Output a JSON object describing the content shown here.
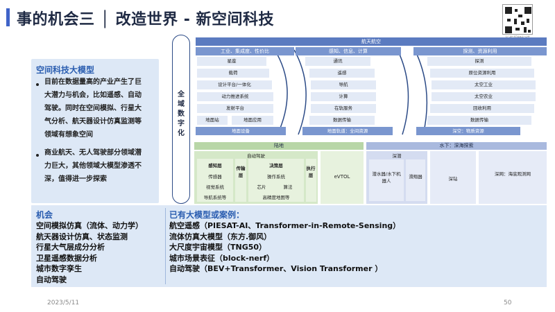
{
  "title": "事的机会三 │ 改造世界 - 新空间科技",
  "qr_caption": "长按视频扫描",
  "left_panel": {
    "heading": "空间科技大模型",
    "bullets": [
      [
        "目前在数据量高的产业产生了巨",
        "大潜力与机会，比如遥感、自动",
        "驾驶。同时在空间模拟、行星大",
        "气分析、航天器设计仿真监测等",
        "领域有想象空间"
      ],
      [
        "商业航天、无人驾驶部分领域潜",
        "力巨大，其他领域大模型渗透不",
        "深，值得进一步探索"
      ]
    ]
  },
  "diagram": {
    "side_label": "全域数字化",
    "top_bar": "航天航空",
    "columns": [
      {
        "header": "工业、集成度、性价比",
        "cells": [
          "星座",
          "载荷",
          "设计平台/一体化",
          "动力推进系统",
          "发射平台"
        ],
        "pair": [
          "地面站",
          "地面应用"
        ],
        "footer": "地面设备"
      },
      {
        "header": "感知、信息、计算",
        "cells": [
          "通讯",
          "遥感",
          "导航",
          "计算",
          "在轨服务",
          "数据传输"
        ],
        "footer": "地面轨道：全间资源"
      },
      {
        "header": "探测、资源利用",
        "cells": [
          "探测",
          "原位资源利用",
          "太空工业",
          "太空农业",
          "回收利用",
          "数据传输"
        ],
        "footer": "深空：物质资源"
      }
    ],
    "land": {
      "bar": "陆地",
      "auto_label": "自动驾驶",
      "perception": {
        "title": "感知层",
        "items": [
          "传感器",
          "视觉系统",
          "导航系统等"
        ]
      },
      "transport": "传输层",
      "decision": {
        "title": "决策层",
        "items": [
          "操作系统",
          "芯片",
          "算法",
          "高精度地图等"
        ]
      },
      "execution": "执行层",
      "evtol": "eVTOL"
    },
    "sea": {
      "bar": "水下：深海探索",
      "shallow": "深潜",
      "items": [
        "潜水器/水下机器人",
        "滑翔器",
        "深钻",
        "深网：海底观测网"
      ]
    }
  },
  "bottom": {
    "left_heading": "机会",
    "left_items": [
      "空间模拟仿真（流体、动力学）",
      "航天器设计仿真、状态监测",
      "行星大气层成分分析",
      "卫星遥感数据分析",
      "城市数字孪生",
      "自动驾驶"
    ],
    "right_heading": "已有大模型或案例：",
    "right_items": [
      "航空遥感（PIESAT-AI、Transformer-in-Remote-Sensing）",
      "流体仿真大模型（东方.御风）",
      "大尺度宇宙模型（TNG50）",
      "城市场景表征（block-nerf）",
      "自动驾驶（BEV+Transformer、Vision Transformer ）"
    ]
  },
  "footer": {
    "date": "2023/5/11",
    "page": "50"
  },
  "colors": {
    "accent": "#3f63c8",
    "heading": "#2a5db0",
    "panel": "#dde8f6",
    "land": "#b8d6a7",
    "sea": "#a9b9de"
  }
}
